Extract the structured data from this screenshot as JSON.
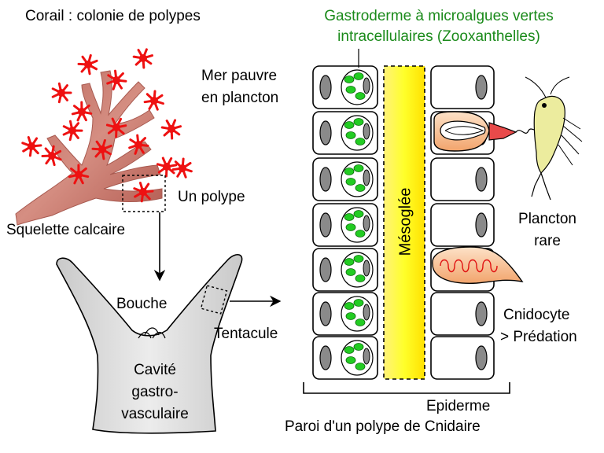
{
  "labels": {
    "coral_title": "Corail : colonie de polypes",
    "gastroderm_line1": "Gastroderme à microalgues vertes",
    "gastroderm_line2": "intracellulaires (Zooxanthelles)",
    "sea_line1": "Mer pauvre",
    "sea_line2": "en plancton",
    "one_polyp": "Un polype",
    "skeleton": "Squelette calcaire",
    "mouth": "Bouche",
    "tentacle": "Tentacule",
    "cavity_line1": "Cavité",
    "cavity_line2": "gastro-",
    "cavity_line3": "vasculaire",
    "mesoglea": "Mésoglée",
    "plankton_line1": "Plancton",
    "plankton_line2": "rare",
    "cnidocyte_line1": "Cnidocyte",
    "cnidocyte_line2": "> Prédation",
    "epidermis": "Epiderme",
    "wall_caption": "Paroi d'un polype de Cnidaire"
  },
  "colors": {
    "text_green": "#1a8a1a",
    "coral_skeleton": "#c97a6e",
    "polyp_red": "#ee1111",
    "mesoglea_yellow": "#ffff33",
    "zooxanthellae_green": "#22cc22",
    "nucleus_gray": "#8a8a8a",
    "polyp_body_gray": "#dadada",
    "plankton_yellow": "#e8e89a"
  }
}
